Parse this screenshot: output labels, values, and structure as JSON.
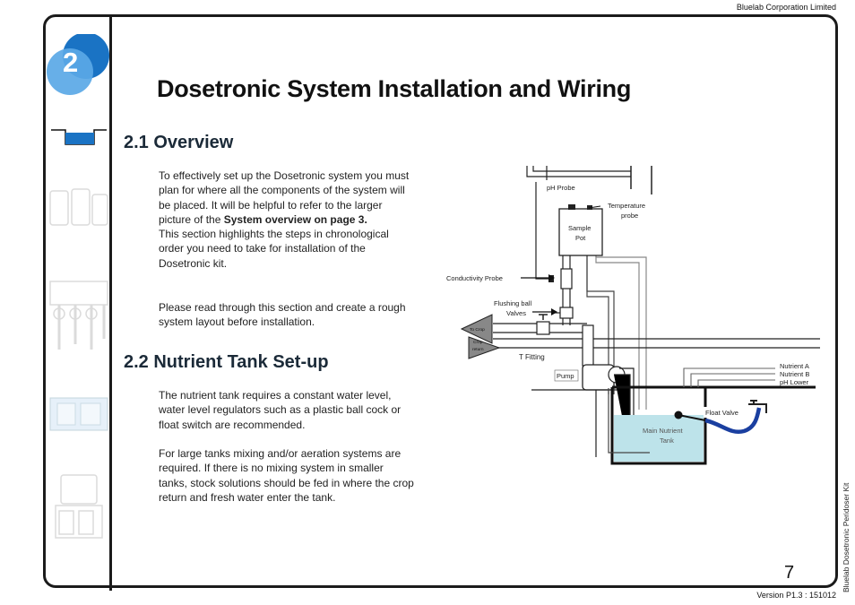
{
  "header": {
    "company": "Bluelab Corporation Limited"
  },
  "footer": {
    "version": "Version P1.3 : 151012",
    "page_number": "7"
  },
  "sidebar": {
    "chapter_number": "2",
    "side_title": "Bluelab Dosetronic Peridoser Kit"
  },
  "main": {
    "title": "Dosetronic System Installation and Wiring",
    "section_overview": {
      "heading": "2.1 Overview",
      "para1_part1": "To effectively set up the Dosetronic system you must plan for where all the components of the system will be placed. It will be helpful to refer to the larger picture of the ",
      "para1_bold": "System overview on page 3.",
      "para1_part2": "This section highlights the steps in chronological order you need to take for installation of the Dosetronic kit.",
      "para2": "Please read through this section and create a rough system layout before installation."
    },
    "section_tank": {
      "heading": "2.2 Nutrient Tank Set-up",
      "para1": "The nutrient tank requires a constant water level, water level regulators such as a plastic ball cock or float switch are recommended.",
      "para2": "For large tanks mixing and/or aeration systems are required. If there is no mixing system in smaller tanks, stock solutions should be fed in where the crop return and fresh water enter the tank."
    }
  },
  "diagram": {
    "ph_probe": "pH Probe",
    "temperature_probe_line1": "Temperature",
    "temperature_probe_line2": "probe",
    "sample_pot_line1": "Sample",
    "sample_pot_line2": "Pot",
    "conductivity_probe": "Conductivity Probe",
    "flushing_valves_line1": "Flushing ball",
    "flushing_valves_line2": "Valves",
    "to_crop": "To Crop",
    "crop_return_line1": "Crop",
    "crop_return_line2": "return",
    "t_fitting": "T Fitting",
    "pump": "Pump",
    "nutrient_a": "Nutrient A",
    "nutrient_b": "Nutrient B",
    "ph_lower": "pH Lower",
    "float_valve": "Float Valve",
    "main_tank_line1": "Main Nutrient",
    "main_tank_line2": "Tank"
  }
}
